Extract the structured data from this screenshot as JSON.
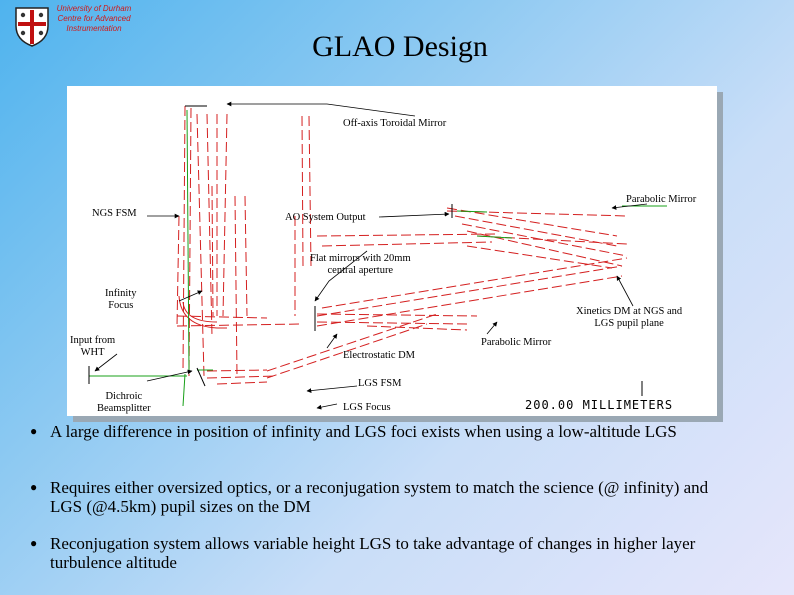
{
  "header": {
    "institution_lines": [
      "University of Durham",
      "Centre for Advanced",
      "Instrumentation"
    ],
    "title": "GLAO Design"
  },
  "diagram": {
    "labels": {
      "off_axis_toroidal": "Off-axis Toroidal Mirror",
      "parabolic_top": "Parabolic Mirror",
      "ngs_fsm": "NGS FSM",
      "ao_output": "AO System Output",
      "flat_mirrors_1": "Flat mirrors with 20mm",
      "flat_mirrors_2": "central aperture",
      "infinity_1": "Infinity",
      "infinity_2": "Focus",
      "xinetics_1": "Xinetics DM at NGS and",
      "xinetics_2": "LGS pupil plane",
      "input_1": "Input from",
      "input_2": "WHT",
      "parabolic_bottom": "Parabolic Mirror",
      "electrostatic": "Electrostatic DM",
      "lgs_fsm": "LGS FSM",
      "dichroic_1": "Dichroic",
      "dichroic_2": "Beamsplitter",
      "lgs_focus": "LGS Focus",
      "scale": "200.00   MILLIMETERS"
    }
  },
  "bullets": [
    "A large difference in position of infinity and LGS foci exists when using a low-altitude LGS",
    "Requires either oversized optics, or a reconjugation system to match the science (@ infinity) and LGS (@4.5km) pupil sizes on the DM",
    "Reconjugation system allows variable height LGS to take advantage of changes in higher layer turbulence altitude"
  ],
  "colors": {
    "ray_red": "#d42020",
    "ray_green": "#18a018",
    "institution_text": "#d01818"
  },
  "icons": {
    "logo": "university-crest-icon",
    "bullet": "bullet-dot-icon"
  }
}
